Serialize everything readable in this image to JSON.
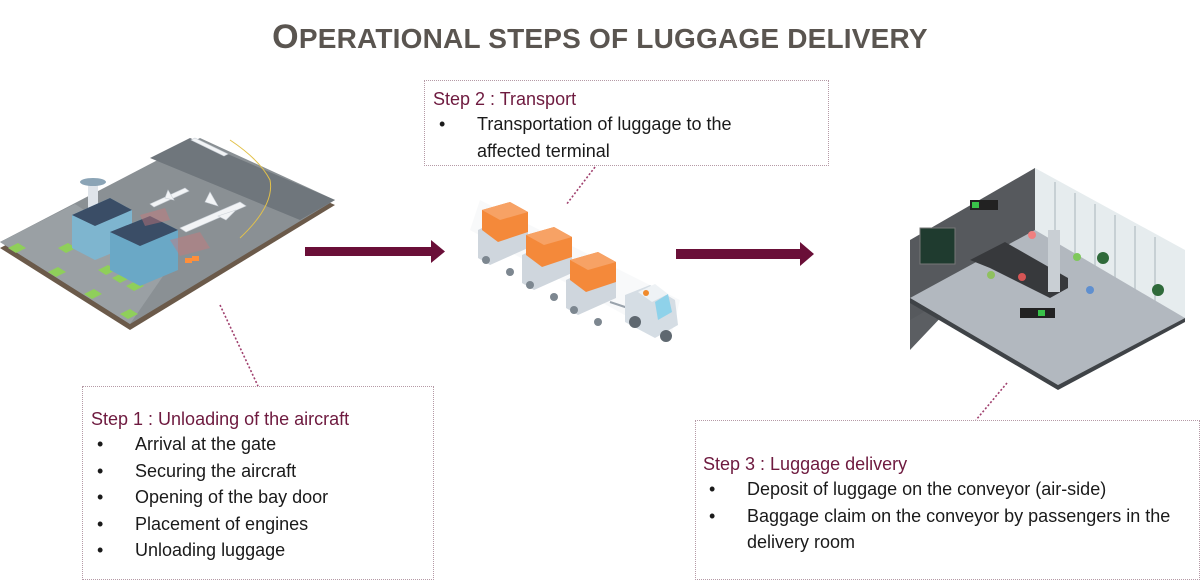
{
  "title": {
    "first_letter": "O",
    "rest": "PERATIONAL STEPS OF LUGGAGE DELIVERY"
  },
  "colors": {
    "accent": "#6e1a3f",
    "title": "#5a5550",
    "arrow": "#6a0f38",
    "border": "#b59aa6"
  },
  "steps": [
    {
      "heading": "Step 1 : Unloading of the aircraft",
      "items": [
        "Arrival at the gate",
        "Securing the aircraft",
        "Opening of the bay door",
        "Placement of engines",
        "Unloading luggage"
      ],
      "illustration": "airport-apron-illustration"
    },
    {
      "heading": "Step 2 : Transport",
      "items": [
        "Transportation of luggage to the affected terminal"
      ],
      "illustration": "baggage-tug-train-illustration"
    },
    {
      "heading": "Step 3 : Luggage delivery",
      "items": [
        "Deposit of luggage on the conveyor (air-side)",
        "Baggage claim on the conveyor by passengers in the delivery room"
      ],
      "illustration": "baggage-claim-hall-illustration"
    }
  ],
  "bullet": "•"
}
